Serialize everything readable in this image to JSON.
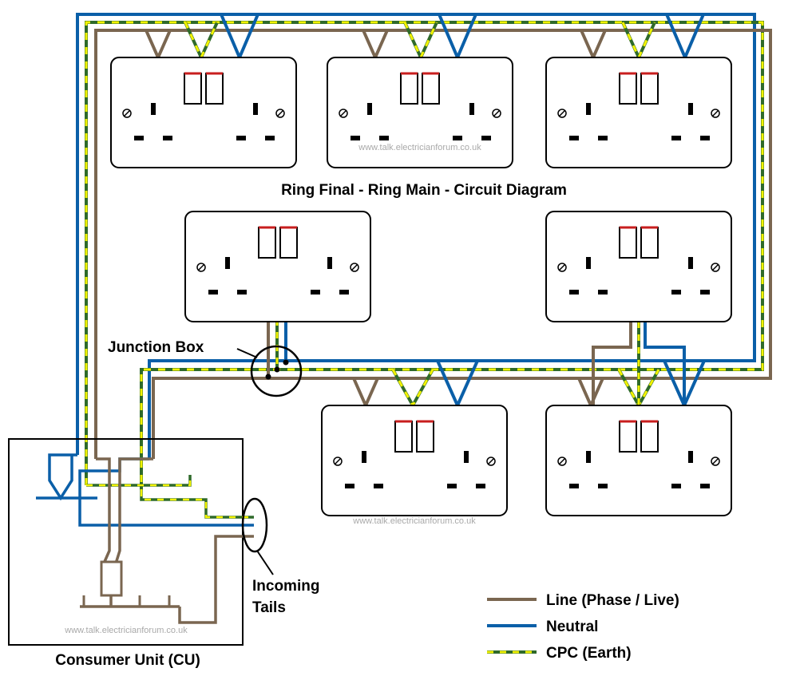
{
  "title": "Ring Final - Ring Main - Circuit Diagram",
  "labels": {
    "junction_box": "Junction Box",
    "incoming_tails_line1": "Incoming",
    "incoming_tails_line2": "Tails",
    "consumer_unit": "Consumer Unit (CU)"
  },
  "watermarks": {
    "top_middle": "www.talk.electricianforum.co.uk",
    "bottom_middle": "www.talk.electricianforum.co.uk",
    "consumer_unit": "www.talk.electricianforum.co.uk"
  },
  "legend": {
    "line": "Line (Phase / Live)",
    "neutral": "Neutral",
    "cpc": "CPC (Earth)"
  },
  "colors": {
    "line": "#7a6650",
    "neutral": "#0a5fa8",
    "cpc_green": "#2f6a2a",
    "cpc_yellow": "#f2f200",
    "switch_red": "#c81e1e",
    "outline": "#000000"
  }
}
